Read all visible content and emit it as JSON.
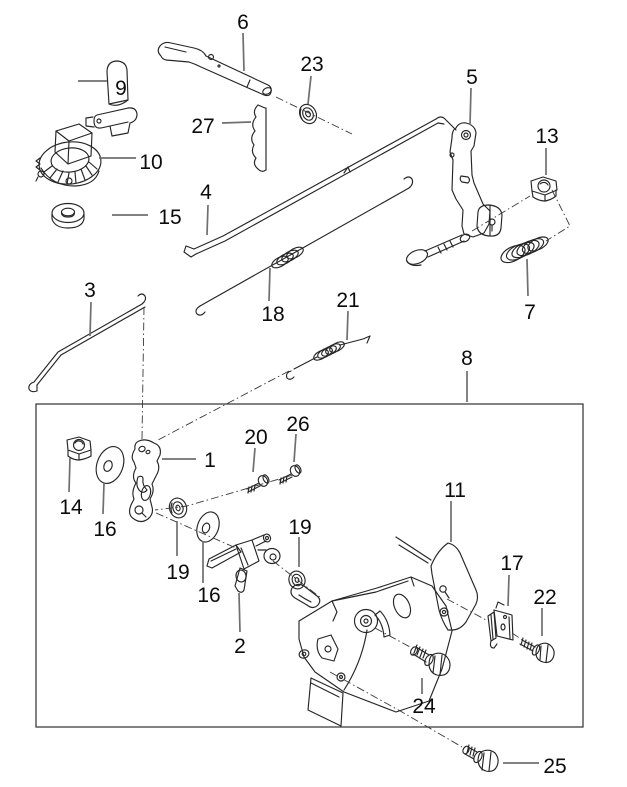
{
  "diagram": {
    "background": "#ffffff",
    "part_line_color": "#262626",
    "leader_color": "#6f6f6f",
    "label_color": "#0c0c0c",
    "callouts": {
      "c1": {
        "text": "1"
      },
      "c2": {
        "text": "2"
      },
      "c3": {
        "text": "3"
      },
      "c4": {
        "text": "4"
      },
      "c5": {
        "text": "5"
      },
      "c6": {
        "text": "6"
      },
      "c7": {
        "text": "7"
      },
      "c8": {
        "text": "8"
      },
      "c9": {
        "text": "9"
      },
      "c10": {
        "text": "10"
      },
      "c11": {
        "text": "11"
      },
      "c13": {
        "text": "13"
      },
      "c14": {
        "text": "14"
      },
      "c15": {
        "text": "15"
      },
      "c16a": {
        "text": "16"
      },
      "c16b": {
        "text": "16"
      },
      "c17": {
        "text": "17"
      },
      "c18": {
        "text": "18"
      },
      "c19a": {
        "text": "19"
      },
      "c19b": {
        "text": "19"
      },
      "c20": {
        "text": "20"
      },
      "c21": {
        "text": "21"
      },
      "c22": {
        "text": "22"
      },
      "c23": {
        "text": "23"
      },
      "c24": {
        "text": "24"
      },
      "c25": {
        "text": "25"
      },
      "c26": {
        "text": "26"
      },
      "c27": {
        "text": "27"
      }
    }
  }
}
